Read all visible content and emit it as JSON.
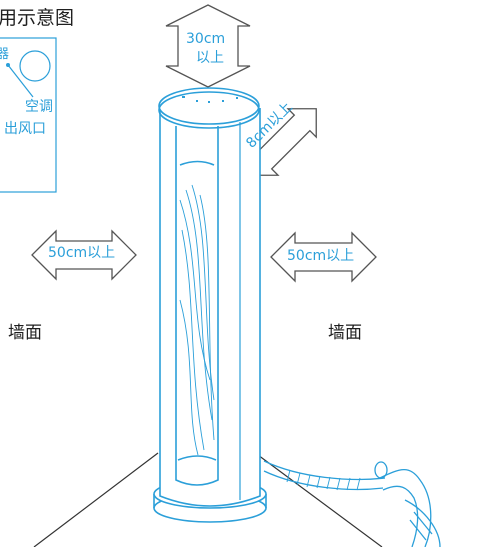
{
  "title": "用示意图",
  "legend": {
    "sensor_label": "器",
    "outlet_line1": "空调",
    "outlet_line2": "出风口"
  },
  "clearances": {
    "top_line1": "30cm",
    "top_line2": "以上",
    "back": "8cm以上",
    "left": "50cm以上",
    "right": "50cm以上"
  },
  "walls": {
    "left": "墙面",
    "right": "墙面"
  },
  "colors": {
    "accent": "#2b9fd9",
    "line": "#333333"
  }
}
